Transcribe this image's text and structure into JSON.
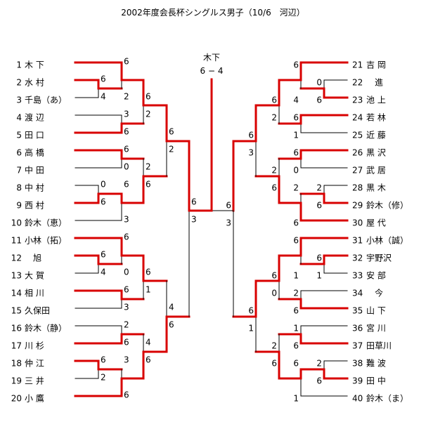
{
  "title": "2002年度会長杯シングルス男子（10/6　河辺）",
  "final": {
    "winner": "木下",
    "score": "6 − 4",
    "winner_side": "left"
  },
  "colors": {
    "win_line": "#d80000",
    "line": "#000000"
  },
  "left": {
    "players": [
      {
        "num": "1",
        "name": "木 下"
      },
      {
        "num": "2",
        "name": "水 村"
      },
      {
        "num": "3",
        "name": "千島（あ）"
      },
      {
        "num": "4",
        "name": "渡 辺"
      },
      {
        "num": "5",
        "name": "田 口"
      },
      {
        "num": "6",
        "name": "高 橋"
      },
      {
        "num": "7",
        "name": "中 田"
      },
      {
        "num": "8",
        "name": "中 村"
      },
      {
        "num": "9",
        "name": "西 村"
      },
      {
        "num": "10",
        "name": "鈴木（恵）"
      },
      {
        "num": "11",
        "name": "小林（拓）"
      },
      {
        "num": "12",
        "name": "　旭"
      },
      {
        "num": "13",
        "name": "大 賀"
      },
      {
        "num": "14",
        "name": "相 川"
      },
      {
        "num": "15",
        "name": "久保田"
      },
      {
        "num": "16",
        "name": "鈴木（静）"
      },
      {
        "num": "17",
        "name": "川 杉"
      },
      {
        "num": "18",
        "name": "仲 江"
      },
      {
        "num": "19",
        "name": "三 井"
      },
      {
        "num": "20",
        "name": "小 鷹"
      }
    ],
    "halves": [
      {
        "matches": [
          {
            "scores": [
              "6",
              "4"
            ],
            "winner": "upper"
          },
          {
            "scores": [
              "6",
              "2"
            ],
            "winner": "upper"
          },
          {
            "scores": [
              "3",
              "6"
            ],
            "winner": "lower"
          },
          {
            "scores": [
              "6",
              "2"
            ],
            "winner": "upper"
          },
          {
            "scores": [
              "6",
              "0"
            ],
            "winner": "upper"
          },
          {
            "scores": [
              "0",
              "6"
            ],
            "winner": "lower"
          },
          {
            "scores": [
              "6",
              "3"
            ],
            "winner": "upper"
          },
          {
            "scores": [
              "2",
              "6"
            ],
            "winner": "lower"
          },
          {
            "scores": [
              "6",
              "2"
            ],
            "winner": "upper"
          }
        ]
      },
      {
        "matches": [
          {
            "scores": [
              "6",
              "4"
            ],
            "winner": "upper"
          },
          {
            "scores": [
              "6",
              "0"
            ],
            "winner": "upper"
          },
          {
            "scores": [
              "6",
              "3"
            ],
            "winner": "upper"
          },
          {
            "scores": [
              "6",
              "1"
            ],
            "winner": "upper"
          },
          {
            "scores": [
              "2",
              "6"
            ],
            "winner": "lower"
          },
          {
            "scores": [
              "6",
              "2"
            ],
            "winner": "upper"
          },
          {
            "scores": [
              "3",
              "6"
            ],
            "winner": "lower"
          },
          {
            "scores": [
              "4",
              "6"
            ],
            "winner": "lower"
          },
          {
            "scores": [
              "4",
              "6"
            ],
            "winner": "lower"
          }
        ]
      }
    ],
    "semi": {
      "scores": [
        "6",
        "3"
      ],
      "winner": "upper"
    }
  },
  "right": {
    "players": [
      {
        "num": "21",
        "name": "吉 岡"
      },
      {
        "num": "22",
        "name": "　進"
      },
      {
        "num": "23",
        "name": "池 上"
      },
      {
        "num": "24",
        "name": "若 林"
      },
      {
        "num": "25",
        "name": "近 藤"
      },
      {
        "num": "26",
        "name": "黒 沢"
      },
      {
        "num": "27",
        "name": "武 居"
      },
      {
        "num": "28",
        "name": "黒 木"
      },
      {
        "num": "29",
        "name": "鈴木（修）"
      },
      {
        "num": "30",
        "name": "屋 代"
      },
      {
        "num": "31",
        "name": "小林（誠）"
      },
      {
        "num": "32",
        "name": "宇野沢"
      },
      {
        "num": "33",
        "name": "安 部"
      },
      {
        "num": "34",
        "name": "　今"
      },
      {
        "num": "35",
        "name": "山 下"
      },
      {
        "num": "36",
        "name": "宮 川"
      },
      {
        "num": "37",
        "name": "田草川"
      },
      {
        "num": "38",
        "name": "難 波"
      },
      {
        "num": "39",
        "name": "田 中"
      },
      {
        "num": "40",
        "name": "鈴木（ま）"
      }
    ],
    "halves": [
      {
        "matches": [
          {
            "scores": [
              "0",
              "6"
            ],
            "winner": "lower"
          },
          {
            "scores": [
              "6",
              "4"
            ],
            "winner": "upper"
          },
          {
            "scores": [
              "6",
              "1"
            ],
            "winner": "upper"
          },
          {
            "scores": [
              "6",
              "2"
            ],
            "winner": "upper"
          },
          {
            "scores": [
              "6",
              "0"
            ],
            "winner": "upper"
          },
          {
            "scores": [
              "2",
              "6"
            ],
            "winner": "lower"
          },
          {
            "scores": [
              "2",
              "6"
            ],
            "winner": "lower"
          },
          {
            "scores": [
              "2",
              "6"
            ],
            "winner": "lower"
          },
          {
            "scores": [
              "6",
              "3"
            ],
            "winner": "upper"
          }
        ]
      },
      {
        "matches": [
          {
            "scores": [
              "6",
              "1"
            ],
            "winner": "upper"
          },
          {
            "scores": [
              "6",
              "1"
            ],
            "winner": "upper"
          },
          {
            "scores": [
              "2",
              "6"
            ],
            "winner": "lower"
          },
          {
            "scores": [
              "6",
              "0"
            ],
            "winner": "upper"
          },
          {
            "scores": [
              "1",
              "6"
            ],
            "winner": "lower"
          },
          {
            "scores": [
              "2",
              "6"
            ],
            "winner": "lower"
          },
          {
            "scores": [
              "6",
              "1"
            ],
            "winner": "upper"
          },
          {
            "scores": [
              "2",
              "6"
            ],
            "winner": "lower"
          },
          {
            "scores": [
              "6",
              "1"
            ],
            "winner": "upper"
          }
        ]
      }
    ],
    "semi": {
      "scores": [
        "6",
        "3"
      ],
      "winner": "upper"
    }
  }
}
